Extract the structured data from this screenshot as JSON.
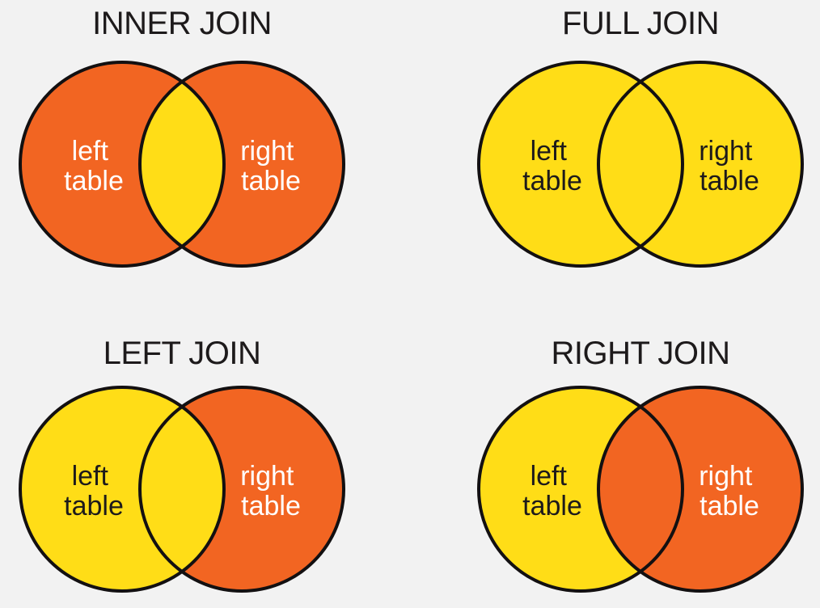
{
  "page": {
    "background_color": "#F2F2F2",
    "description": "Four Venn diagrams illustrating SQL join types"
  },
  "palette": {
    "orange": "#F26522",
    "yellow": "#FFDD17",
    "outline": "#131011",
    "title_color": "#1D1A1B",
    "white_label": "#FFFFFF",
    "black_label": "#1D1A1B"
  },
  "venn_diagrams": [
    {
      "title": "INNER JOIN",
      "left_circle_color": "#F26522",
      "right_circle_color": "#F26522",
      "intersection_color": "#FFDD17",
      "left_label_line1": "left",
      "left_label_line2": "table",
      "left_label_color": "#FFFFFF",
      "right_label_line1": "right",
      "right_label_line2": "table",
      "right_label_color": "#FFFFFF"
    },
    {
      "title": "FULL JOIN",
      "left_circle_color": "#FFDD17",
      "right_circle_color": "#FFDD17",
      "intersection_color": "#FFDD17",
      "left_label_line1": "left",
      "left_label_line2": "table",
      "left_label_color": "#1D1A1B",
      "right_label_line1": "right",
      "right_label_line2": "table",
      "right_label_color": "#1D1A1B"
    },
    {
      "title": "LEFT JOIN",
      "left_circle_color": "#FFDD17",
      "right_circle_color": "#F26522",
      "intersection_color": "#FFDD17",
      "left_label_line1": "left",
      "left_label_line2": "table",
      "left_label_color": "#1D1A1B",
      "right_label_line1": "right",
      "right_label_line2": "table",
      "right_label_color": "#FFFFFF"
    },
    {
      "title": "RIGHT JOIN",
      "left_circle_color": "#FFDD17",
      "right_circle_color": "#F26522",
      "intersection_color": "#F26522",
      "left_label_line1": "left",
      "left_label_line2": "table",
      "left_label_color": "#1D1A1B",
      "right_label_line1": "right",
      "right_label_line2": "table",
      "right_label_color": "#FFFFFF"
    }
  ]
}
